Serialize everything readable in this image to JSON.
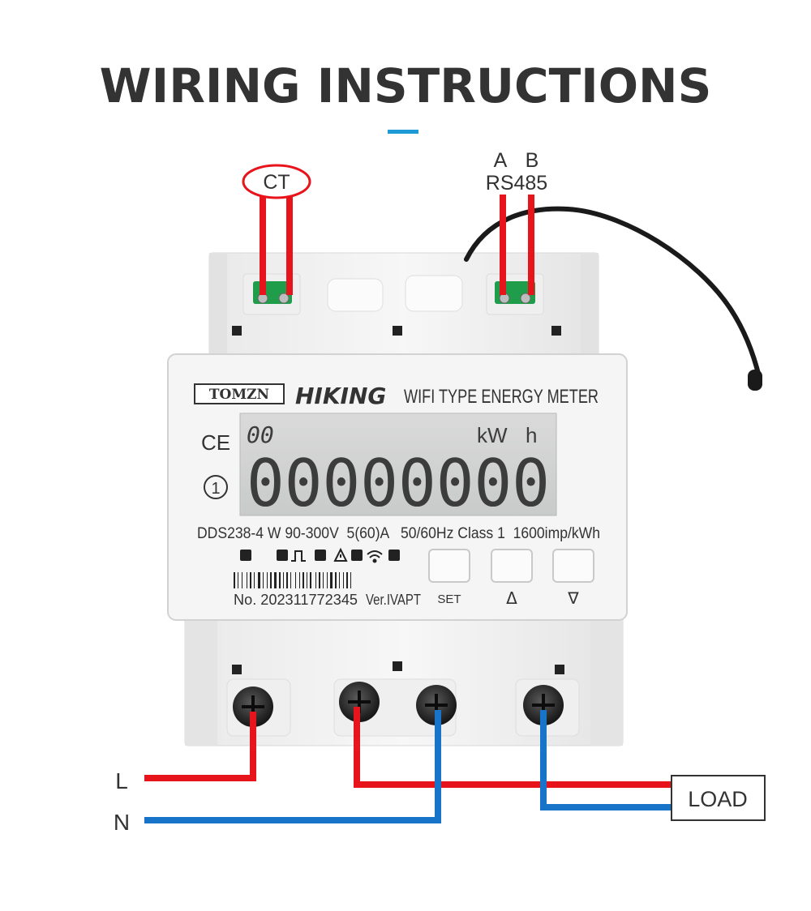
{
  "title": "WIRING INSTRUCTIONS",
  "colors": {
    "accent": "#1e9ad6",
    "live_wire": "#e8141c",
    "neutral_wire": "#1874c8",
    "ct_circle": "#e8141c"
  },
  "top_labels": {
    "ct": "CT",
    "a": "A",
    "b": "B",
    "rs485": "RS485"
  },
  "meter": {
    "brand_box": "TOMZN",
    "brand": "HIKING",
    "model_title": "WIFI TYPE ENERGY METER",
    "ce_mark": "CE",
    "class_symbol": "1",
    "lcd": {
      "small_digits": "00",
      "unit_kw": "kW",
      "unit_h": "h",
      "main_digits": "00000000"
    },
    "spec_line": "DDS238-4 W 90-300V  5(60)A   50/60Hz Class 1  1600imp/kWh",
    "serial": "No. 202311772345",
    "version": "Ver.IVAPT",
    "buttons": {
      "set": "SET",
      "up": "Δ",
      "down": "∇"
    },
    "indicator_icons": [
      "pulse-icon",
      "warning-icon",
      "wifi-icon"
    ]
  },
  "bottom_labels": {
    "l": "L",
    "n": "N",
    "load": "LOAD"
  }
}
